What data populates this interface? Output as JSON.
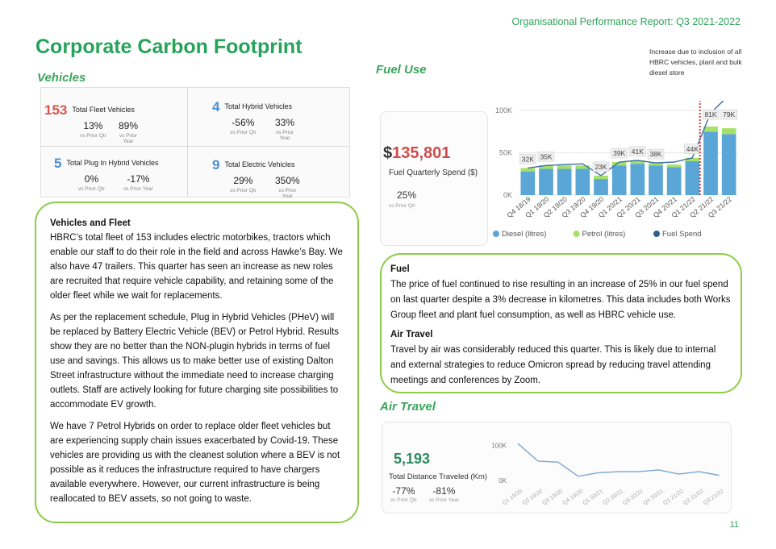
{
  "header": {
    "report_title": "Organisational Performance Report: Q3 2021-2022",
    "main_title": "Corporate Carbon Footprint",
    "page_number": "11"
  },
  "sections": {
    "vehicles": "Vehicles",
    "fuel_use": "Fuel Use",
    "air_travel": "Air Travel"
  },
  "annotation": "Increase due to inclusion of all HBRC vehicles, plant and bulk diesel store",
  "kpis": [
    {
      "value": "153",
      "label": "Total Fleet Vehicles",
      "color": "#d9534f",
      "sub1": "13%",
      "cap1": "vs Prior Qtr",
      "sub2": "89%",
      "cap2": "vs Prior Year"
    },
    {
      "value": "4",
      "label": "Total Hybrid Vehicles",
      "color": "#4a8fcf",
      "sub1": "-56%",
      "cap1": "vs Prior Qtr",
      "sub2": "33%",
      "cap2": "vs Prior Year"
    },
    {
      "value": "5",
      "label": "Total Plug In Hybrid Vehicles",
      "color": "#4a8fcf",
      "sub1": "0%",
      "cap1": "vs Prior Qtr",
      "sub2": "-17%",
      "cap2": "vs Prior Year"
    },
    {
      "value": "9",
      "label": "Total Electric Vehicles",
      "color": "#4a8fcf",
      "sub1": "29%",
      "cap1": "vs Prior Qtr",
      "sub2": "350%",
      "cap2": "vs Prior Year"
    }
  ],
  "vehicles_text": {
    "heading": "Vehicles and Fleet",
    "p1": "HBRC’s total fleet of 153 includes electric motorbikes, tractors which enable our staff to do their role in the field and across Hawke’s Bay. We also have 47 trailers. This quarter has seen an increase as new roles are recruited that require vehicle capability, and retaining some of the older fleet while we wait for replacements.",
    "p2": "As per the replacement schedule, Plug in Hybrid Vehicles (PHeV) will be replaced by Battery Electric Vehicle (BEV) or Petrol Hybrid. Results show they are no better than the NON-plugin hybrids in terms of fuel use and savings. This allows us to make better use of existing Dalton Street infrastructure without the immediate need to increase charging outlets. Staff are actively looking for future charging site possibilities to accommodate EV growth.",
    "p3": "We have 7 Petrol Hybrids on order to replace older fleet vehicles but are experiencing supply chain issues exacerbated by Covid-19. These vehicles are providing us with the cleanest solution where a BEV is not possible as it reduces the infrastructure required to have chargers available everywhere. However, our current infrastructure is being reallocated to BEV assets, so not going to waste."
  },
  "fuel_text": {
    "heading1": "Fuel",
    "p1": "The price of fuel continued to rise resulting in an increase of 25% in our fuel spend on last quarter despite a 3% decrease in kilometres. This data includes both Works Group fleet and plant fuel consumption, as well as HBRC vehicle use.",
    "heading2": "Air Travel",
    "p2": "Travel by air was considerably reduced this quarter. This is likely due to internal and external strategies to reduce Omicron spread by reducing travel attending meetings and conferences by Zoom."
  },
  "fuel_spend": {
    "dollar": "$",
    "amount": "135,801",
    "label": "Fuel Quarterly Spend ($)",
    "change": "25%",
    "caption": "vs Prior Qtr"
  },
  "air_card": {
    "value": "5,193",
    "label": "Total Distance Traveled (Km)",
    "kpi1": "-77%",
    "cap1": "vs Prior Qtr",
    "kpi2": "-81%",
    "cap2": "vs Prior Year"
  },
  "chart_data": [
    {
      "type": "bar",
      "categories": [
        "Q4 18/19",
        "Q1 19/20",
        "Q2 19/20",
        "Q3 19/20",
        "Q4 19/20",
        "Q1 20/21",
        "Q2 20/21",
        "Q3 20/21",
        "Q4 20/21",
        "Q1 21/22",
        "Q2 21/22",
        "Q3 21/22"
      ],
      "series": [
        {
          "name": "Diesel (litres)",
          "color": "#5aa6d6",
          "values": [
            28,
            31,
            31,
            31,
            19,
            35,
            37,
            35,
            33,
            40,
            75,
            72
          ]
        },
        {
          "name": "Petrol (litres)",
          "color": "#a6e06a",
          "values": [
            4,
            4,
            4,
            4,
            4,
            4,
            4,
            3,
            3,
            4,
            6,
            7
          ]
        }
      ],
      "line_series": {
        "name": "Fuel Spend",
        "color": "#2f5f8f",
        "values": [
          32,
          35,
          36,
          37,
          23,
          39,
          41,
          38,
          39,
          44,
          97,
          118
        ]
      },
      "data_labels": [
        "32K",
        "35K",
        "",
        "",
        "23K",
        "39K",
        "41K",
        "38K",
        "",
        "44K",
        "81K",
        "79K"
      ],
      "yticks": [
        "0K",
        "50K",
        "100K"
      ],
      "ylim": [
        0,
        100
      ],
      "legend_position": "bottom"
    },
    {
      "type": "line",
      "categories": [
        "Q1 19/20",
        "Q2 19/20",
        "Q3 19/20",
        "Q4 19/20",
        "Q1 20/21",
        "Q2 20/21",
        "Q3 20/21",
        "Q4 20/21",
        "Q1 21/22",
        "Q2 21/22",
        "Q3 21/22"
      ],
      "series": [
        {
          "name": "",
          "color": "#7aa6d1",
          "values": [
            105,
            55,
            52,
            12,
            22,
            25,
            25,
            30,
            18,
            25,
            15
          ]
        }
      ],
      "yticks": [
        "0K",
        "100K"
      ],
      "ylim": [
        0,
        110
      ]
    }
  ]
}
